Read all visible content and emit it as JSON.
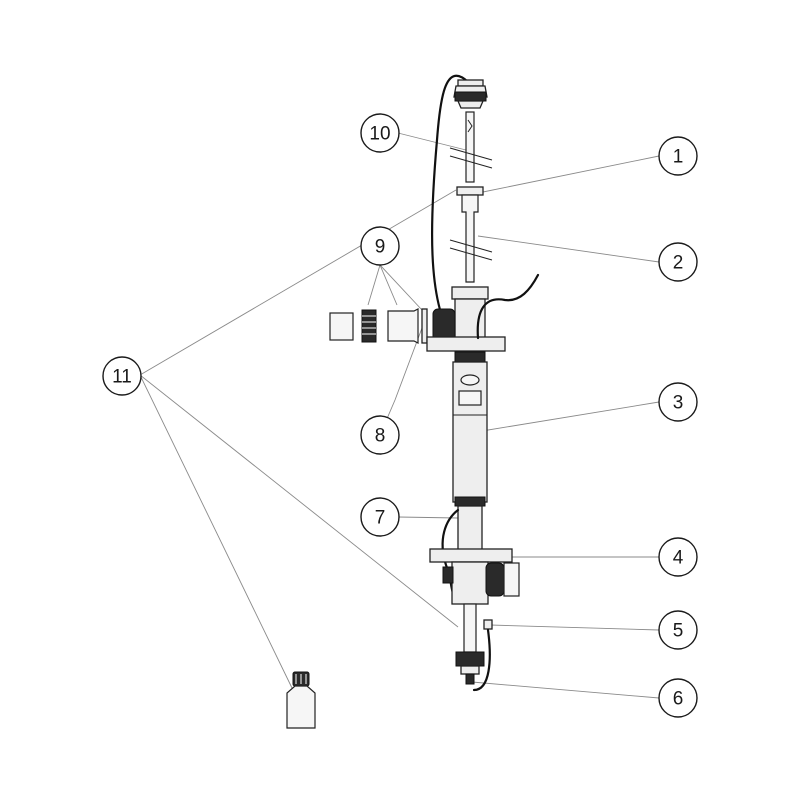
{
  "callouts": [
    {
      "id": "1",
      "label": "1"
    },
    {
      "id": "2",
      "label": "2"
    },
    {
      "id": "3",
      "label": "3"
    },
    {
      "id": "4",
      "label": "4"
    },
    {
      "id": "5",
      "label": "5"
    },
    {
      "id": "6",
      "label": "6"
    },
    {
      "id": "7",
      "label": "7"
    },
    {
      "id": "8",
      "label": "8"
    },
    {
      "id": "9",
      "label": "9"
    },
    {
      "id": "10",
      "label": "10"
    },
    {
      "id": "11",
      "label": "11"
    }
  ],
  "colors": {
    "line": "#1a1a1a",
    "leader": "#8a8a8a",
    "part_fill": "#eeeeee",
    "background": "#ffffff"
  }
}
